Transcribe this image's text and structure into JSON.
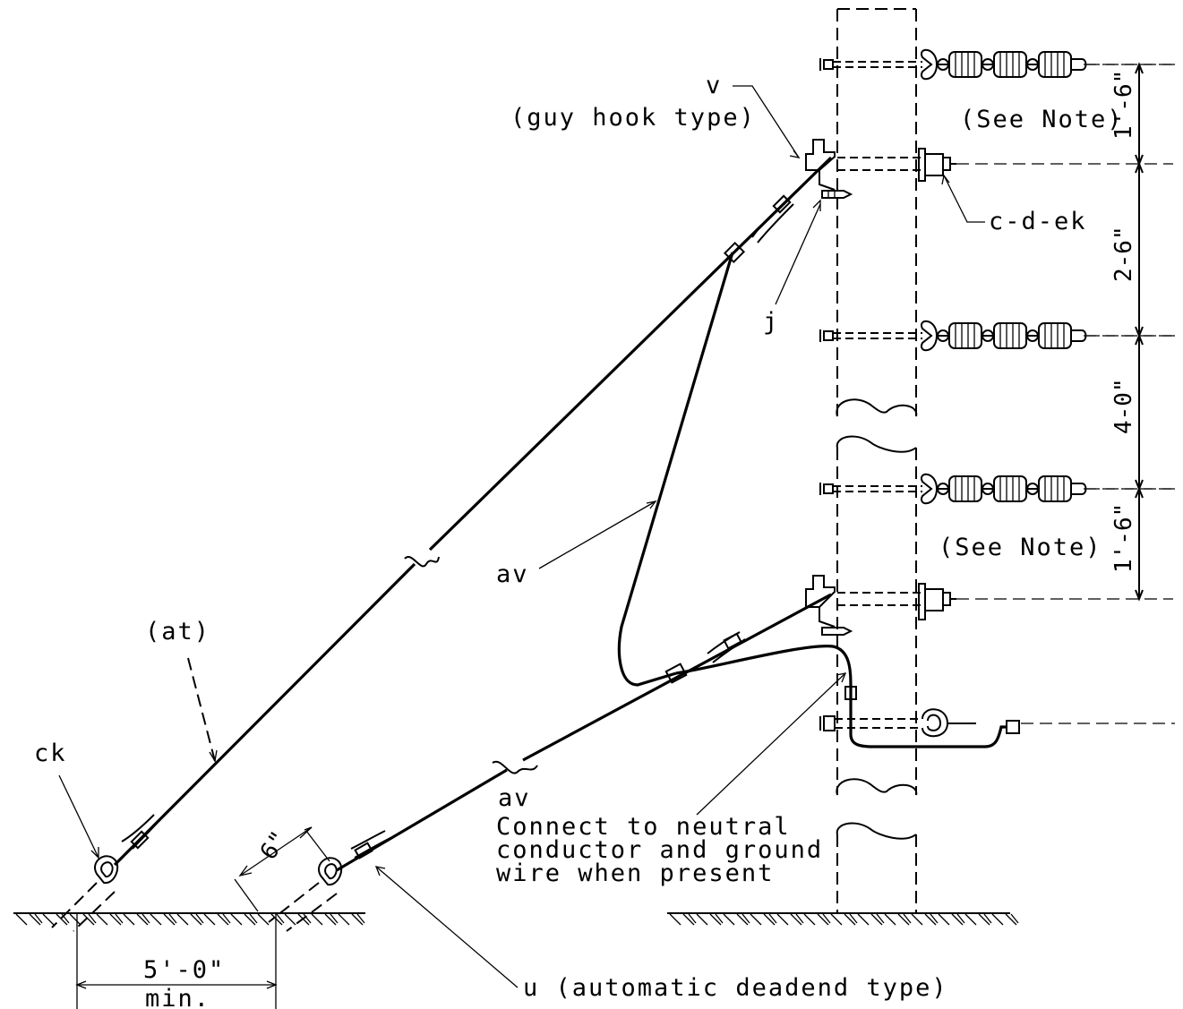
{
  "labels": {
    "v": "v",
    "guy_hook_type": "(guy hook type)",
    "see_note_top": "(See Note)",
    "see_note_bottom": "(See Note)",
    "c_d_ek": "c-d-ek",
    "j": "j",
    "av_upper": "av",
    "at": "(at)",
    "ck": "ck",
    "six_inch": "6\"",
    "av_lower": "av",
    "connect_line1": "Connect to neutral",
    "connect_line2": "conductor and ground",
    "connect_line3": "wire when present",
    "u_automatic": "u (automatic deadend type)",
    "five_ft": "5'-0\"",
    "min": "min."
  },
  "dimensions": {
    "dim_1": "1'-6\"",
    "dim_2": "2-6\"",
    "dim_3": "4-0\"",
    "dim_4": "1'-6\""
  }
}
